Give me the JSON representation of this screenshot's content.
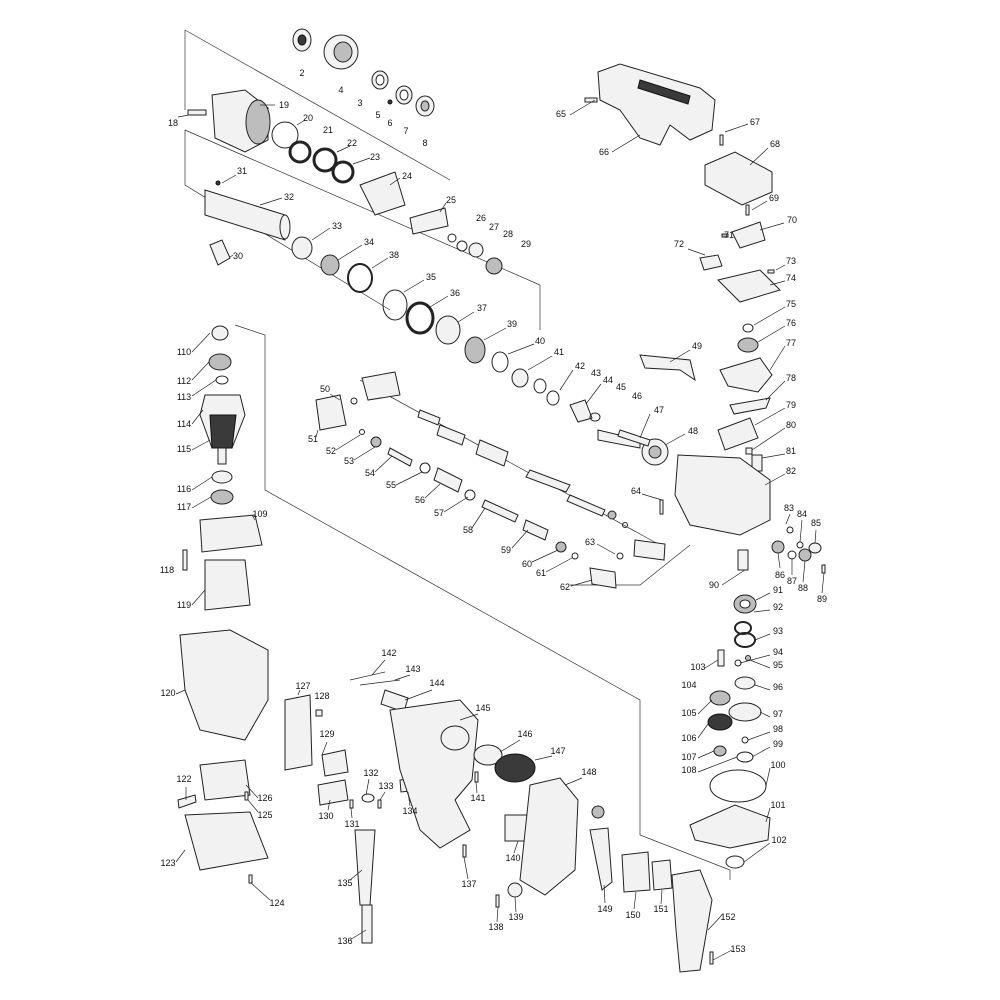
{
  "diagram": {
    "type": "exploded-parts-diagram",
    "callouts": [
      "2",
      "3",
      "4",
      "5",
      "6",
      "7",
      "8",
      "18",
      "19",
      "20",
      "21",
      "22",
      "23",
      "24",
      "25",
      "26",
      "27",
      "28",
      "29",
      "30",
      "31",
      "32",
      "33",
      "34",
      "35",
      "36",
      "37",
      "38",
      "39",
      "40",
      "41",
      "42",
      "43",
      "44",
      "45",
      "46",
      "47",
      "48",
      "49",
      "50",
      "51",
      "52",
      "53",
      "54",
      "55",
      "56",
      "57",
      "58",
      "59",
      "60",
      "61",
      "62",
      "63",
      "64",
      "65",
      "66",
      "67",
      "68",
      "69",
      "70",
      "71",
      "72",
      "73",
      "74",
      "75",
      "76",
      "77",
      "78",
      "79",
      "80",
      "81",
      "82",
      "83",
      "84",
      "85",
      "86",
      "87",
      "88",
      "89",
      "90",
      "91",
      "92",
      "93",
      "94",
      "95",
      "96",
      "97",
      "98",
      "99",
      "100",
      "101",
      "102",
      "103",
      "104",
      "105",
      "106",
      "107",
      "108",
      "109",
      "110",
      "112",
      "113",
      "114",
      "115",
      "116",
      "117",
      "118",
      "119",
      "120",
      "122",
      "123",
      "124",
      "125",
      "126",
      "127",
      "128",
      "129",
      "130",
      "131",
      "132",
      "133",
      "134",
      "135",
      "136",
      "137",
      "138",
      "139",
      "140",
      "141",
      "142",
      "143",
      "144",
      "145",
      "146",
      "147",
      "148",
      "149",
      "150",
      "151",
      "152",
      "153"
    ]
  }
}
